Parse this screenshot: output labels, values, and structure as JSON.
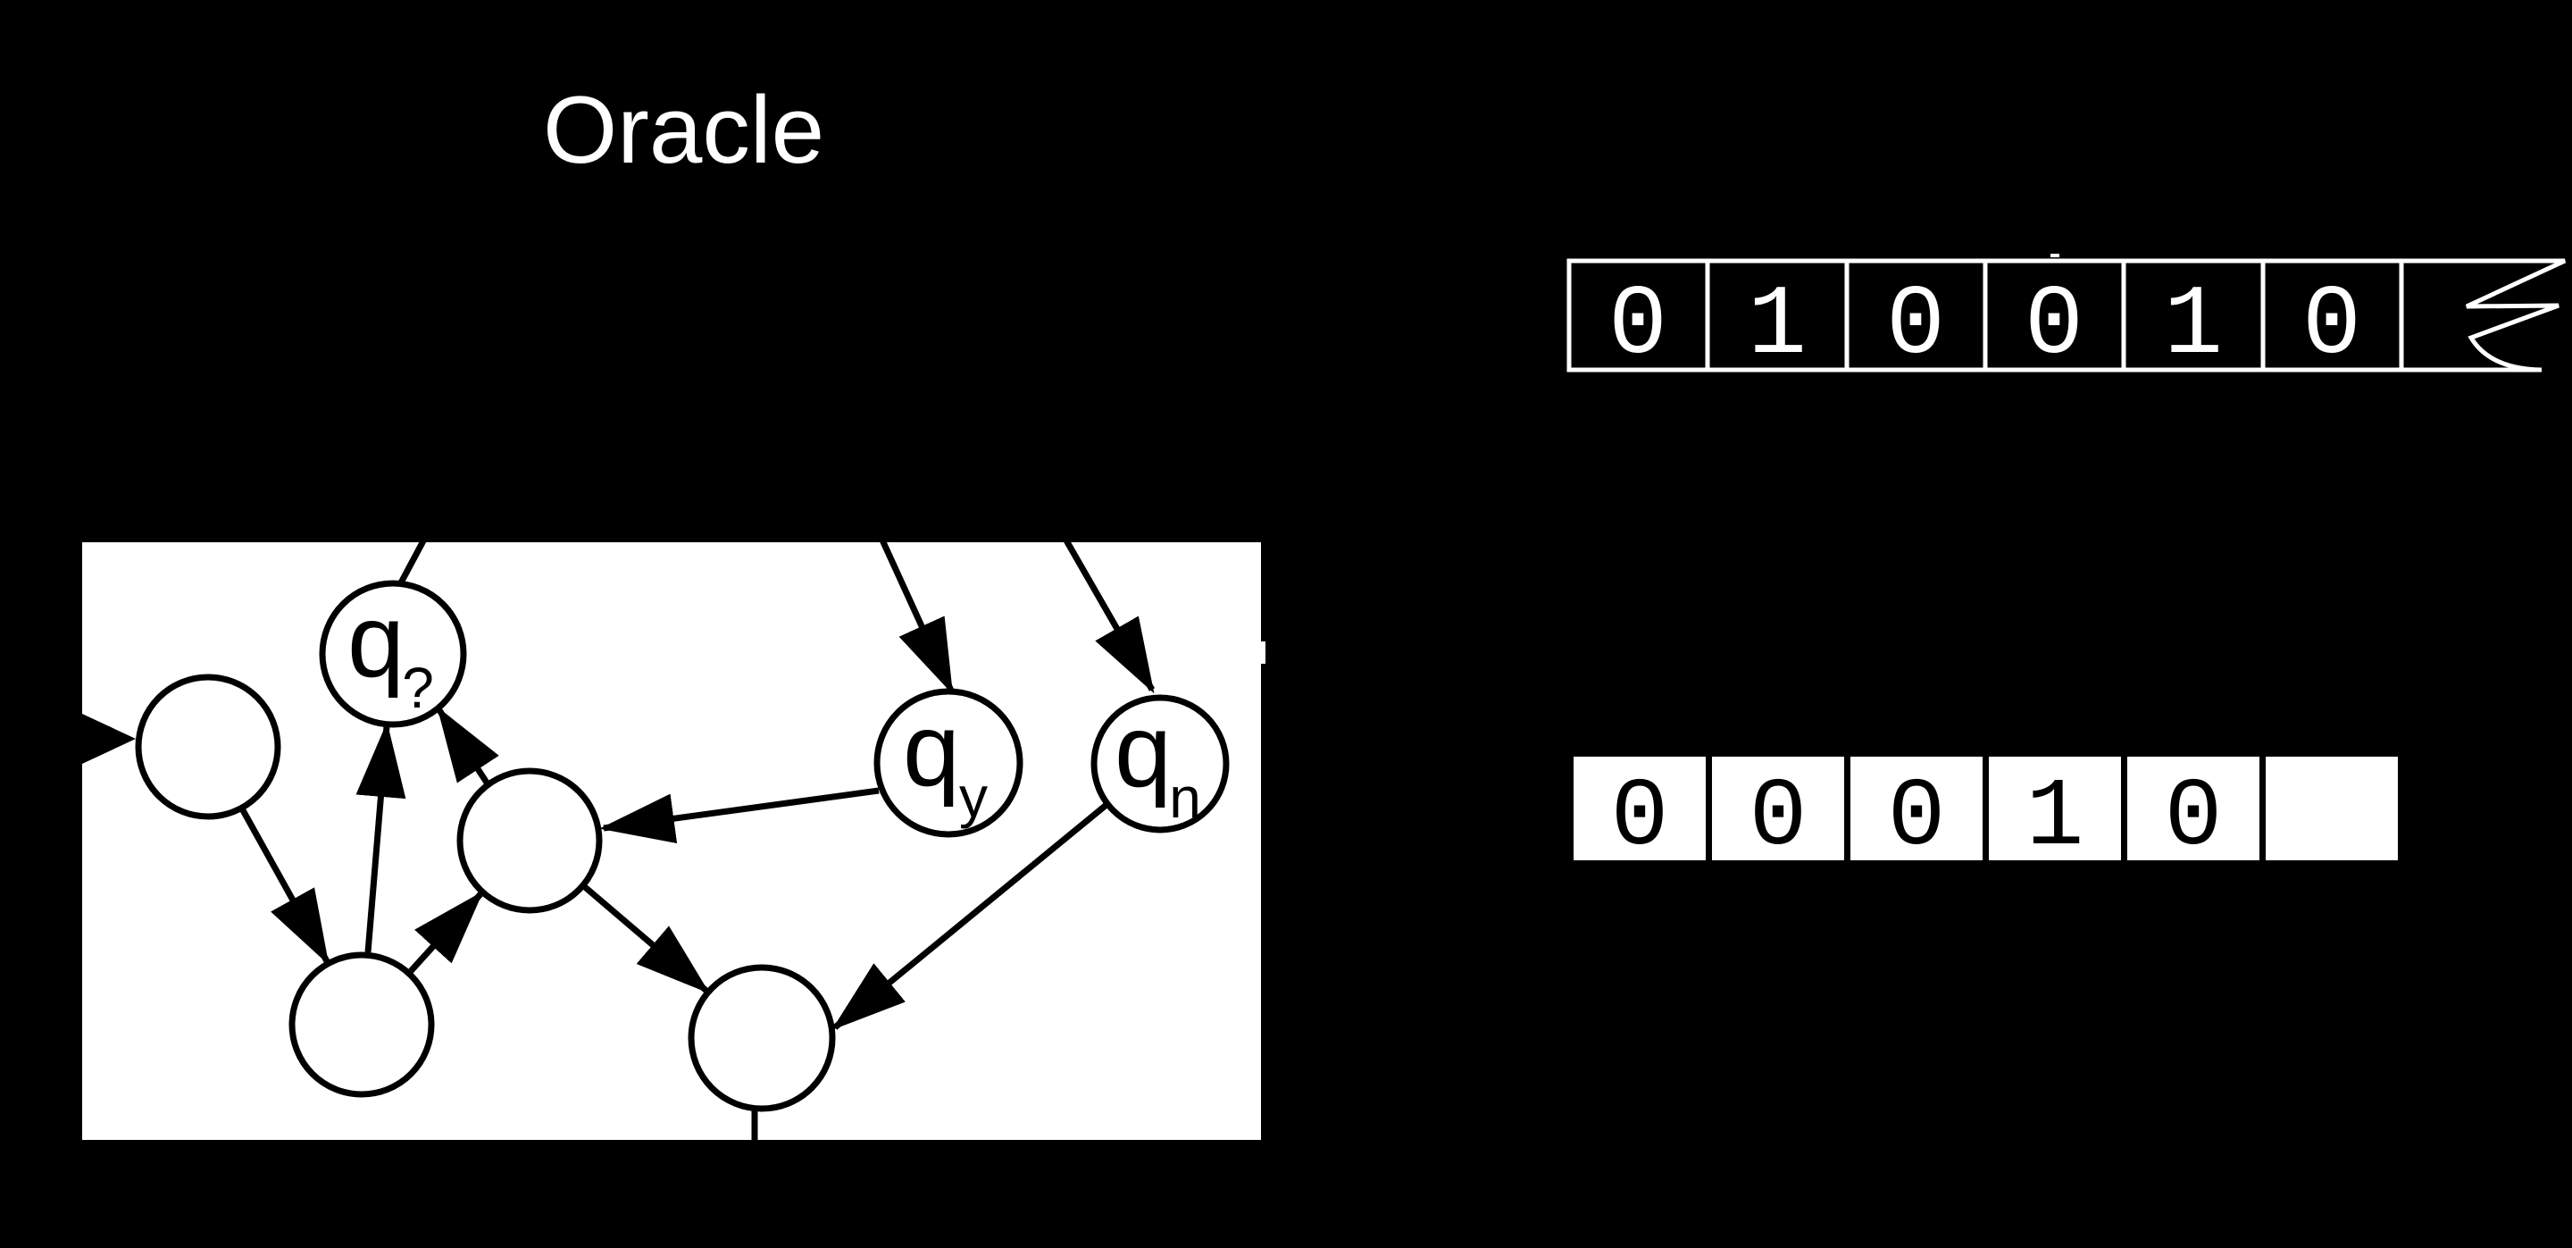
{
  "oracle_label": "Oracle",
  "colors": {
    "background": "#000000",
    "light_ink": "#ffffff",
    "dark_ink": "#000000",
    "state_box_fill": "#ffffff"
  },
  "query_tape": {
    "cells": [
      "0",
      "1",
      "0",
      "0",
      "1",
      "0"
    ]
  },
  "answer_tape": {
    "cells": [
      "0",
      "0",
      "0",
      "1",
      "0",
      ""
    ]
  },
  "states": {
    "query": {
      "base": "q",
      "sub": "?"
    },
    "yes": {
      "base": "q",
      "sub": "y"
    },
    "no": {
      "base": "q",
      "sub": "n"
    }
  }
}
